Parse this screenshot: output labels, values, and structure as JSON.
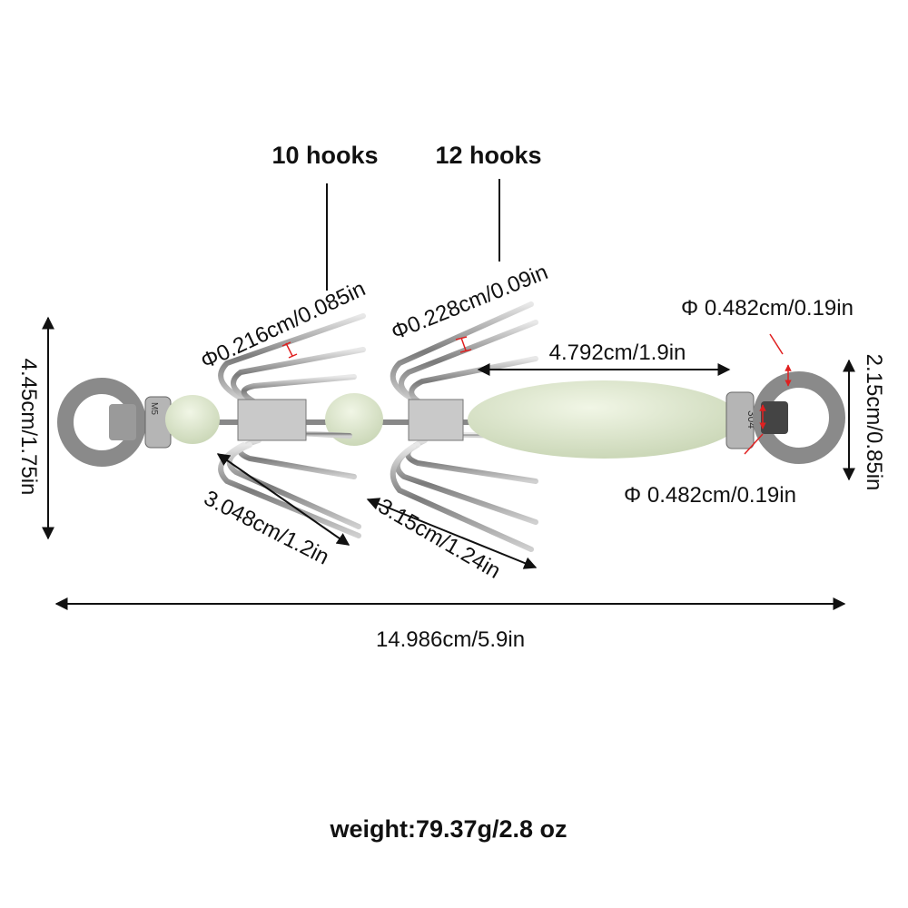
{
  "labels": {
    "hooks_10": "10 hooks",
    "hooks_12": "12 hooks",
    "wire_10": "Φ0.216cm/0.085in",
    "wire_12": "Φ0.228cm/0.09in",
    "ring_wire_top": "Φ 0.482cm/0.19in",
    "ring_wire_bottom": "Φ 0.482cm/0.19in",
    "bead_length": "4.792cm/1.9in",
    "height_total": "4.45cm/1.75in",
    "ring_height": "2.15cm/0.85in",
    "hook_len_10": "3.048cm/1.2in",
    "hook_len_12": "3.15cm/1.24in",
    "total_length": "14.986cm/5.9in",
    "weight": "weight:79.37g/2.8 oz",
    "nut_mark_left": "M5",
    "nut_mark_right": "304"
  },
  "colors": {
    "dimension_accent": "#e02020",
    "bead": "#dfe8cf",
    "steel": "#a8a8a8"
  }
}
